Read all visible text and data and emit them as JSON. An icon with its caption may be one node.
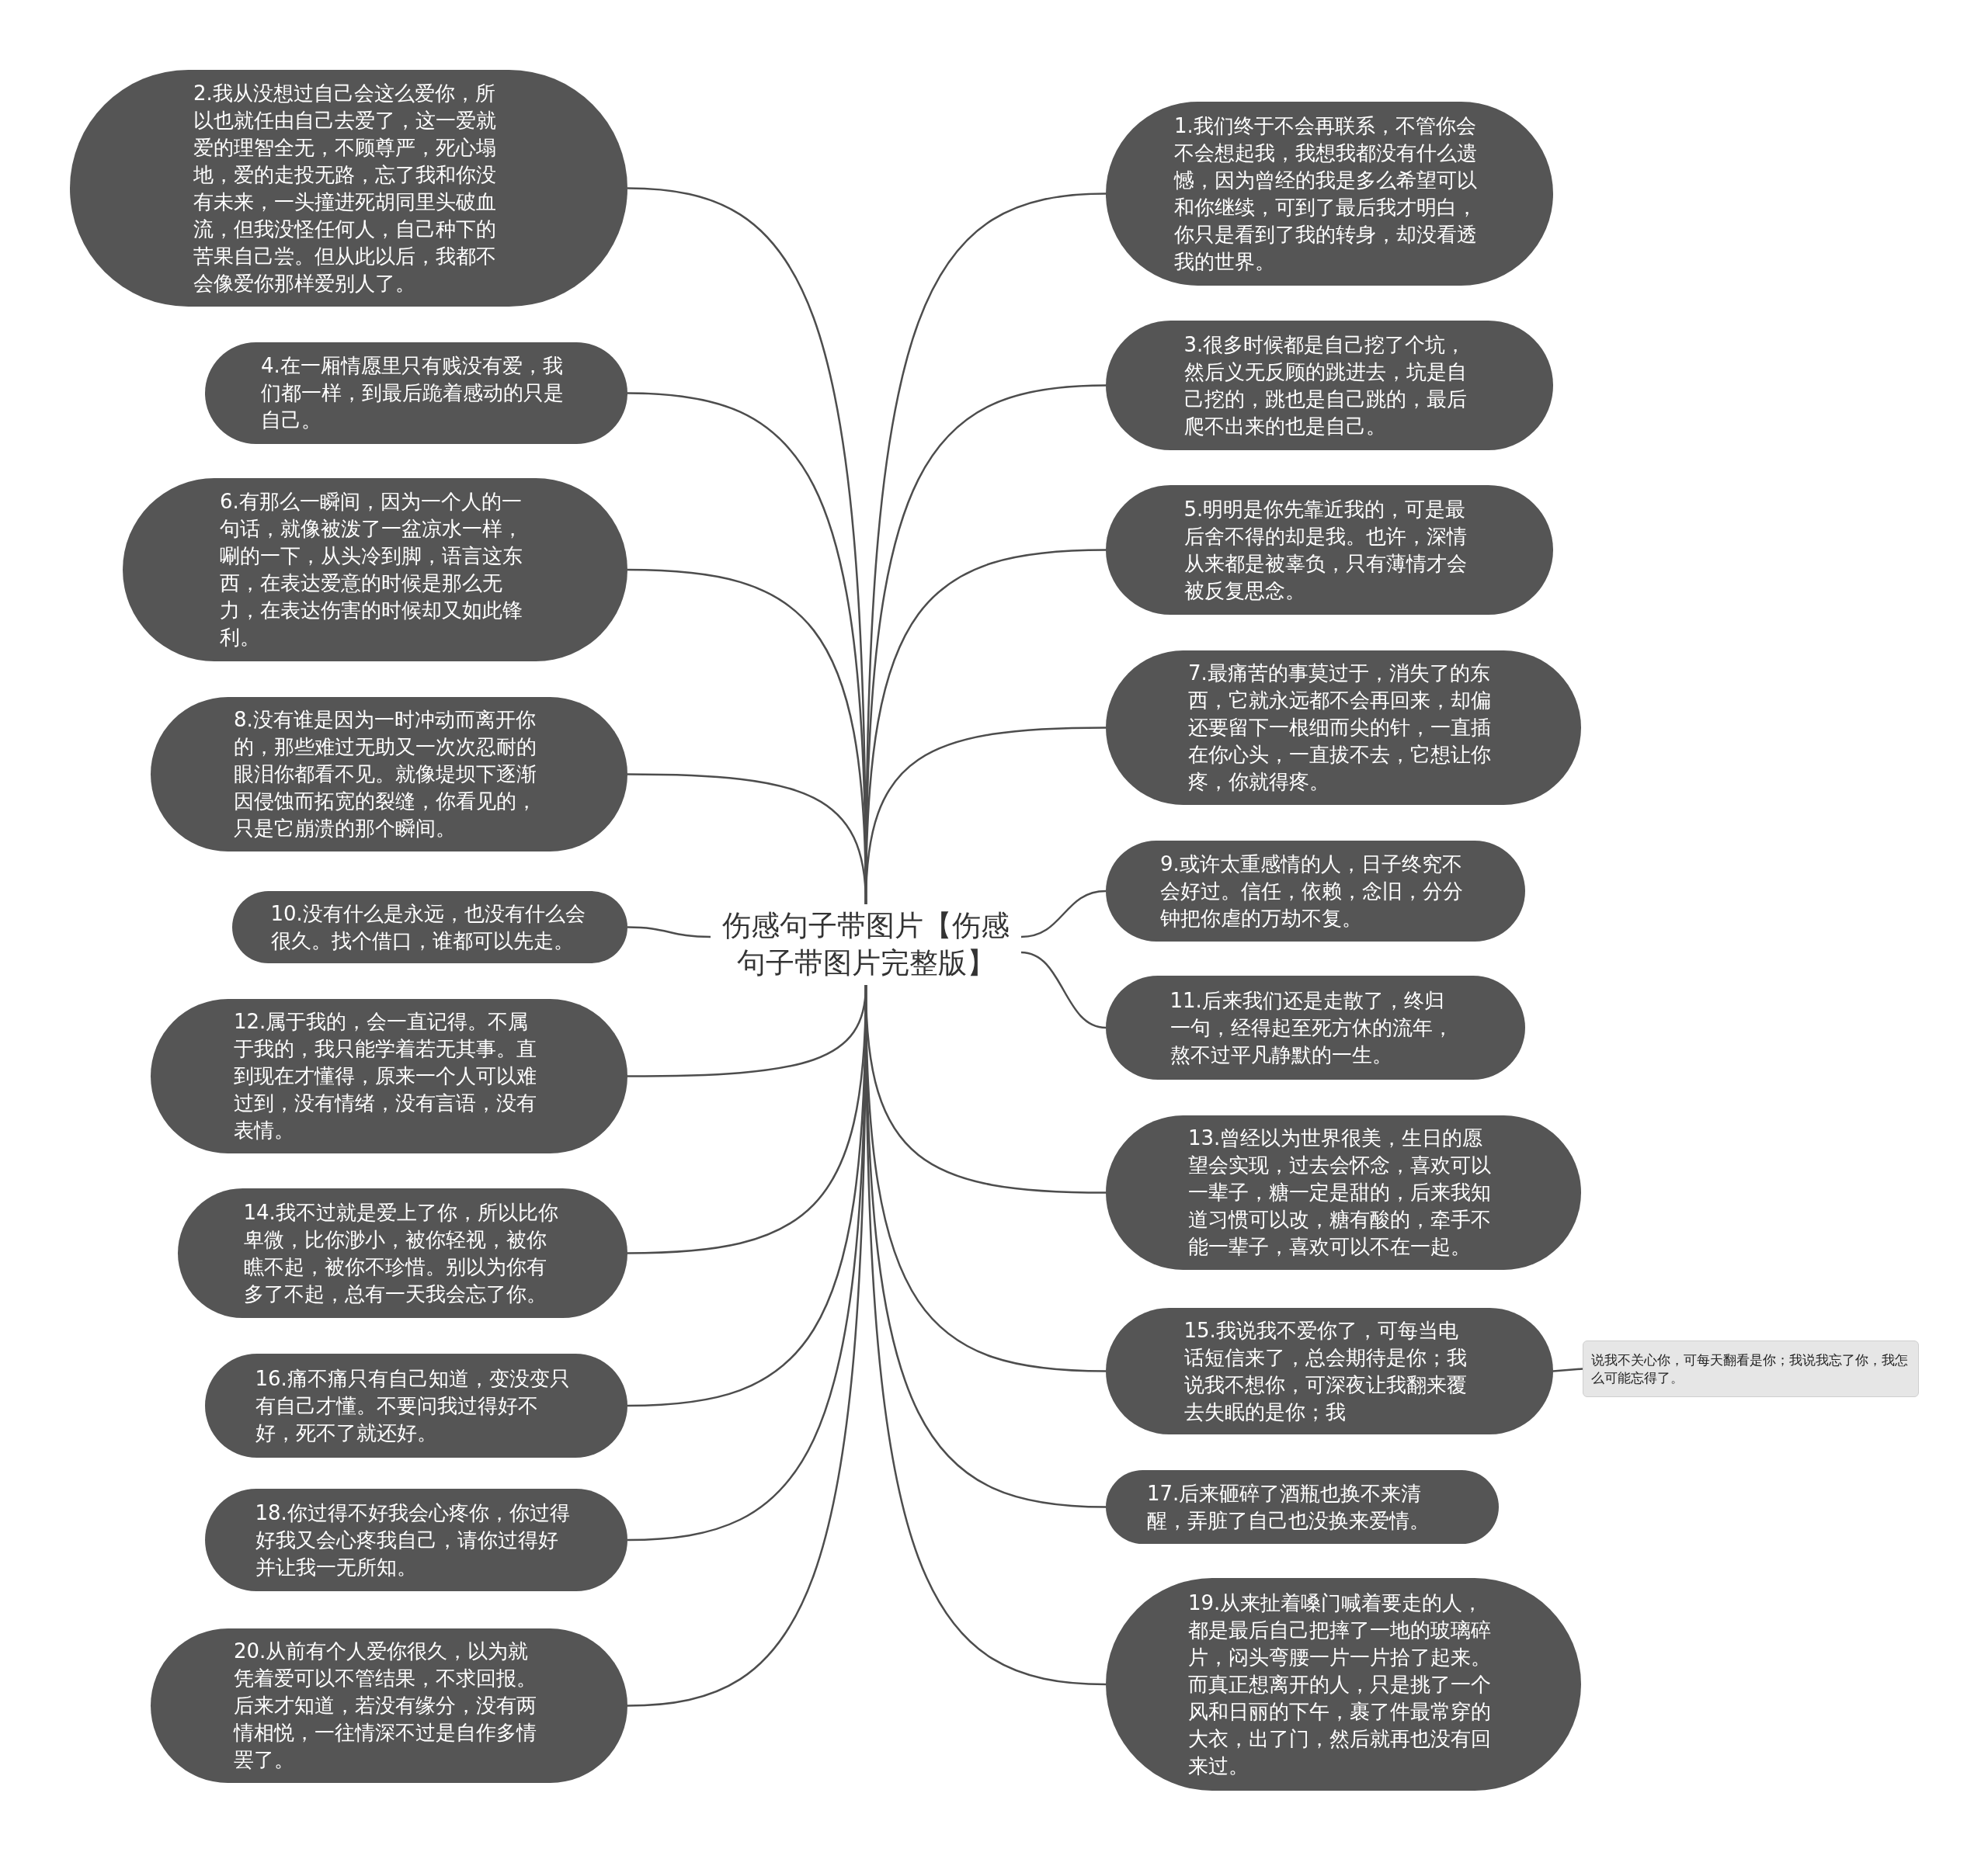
{
  "diagram": {
    "nodes": [
      {
        "text": [
          "伤感句子带图片【伤感句子带图片完整版】"
        ]
      },
      {
        "text": [
          "1.我们终于不会再联系，不管你会不会想起我，我想我都没有什么遗憾，因为曾经的我是多么希望可以和你继续，可到了最后我才明白，你只是看到了我的转身，却没看透我的世界。"
        ]
      },
      {
        "text": [
          "2.我从没想过自己会这么爱你，所以也就任由自己去爱了，这一爱就爱的理智全无，不顾尊严，死心塌地，爱的走投无路，忘了我和你没有未来，一头撞进死胡同里头破血流，但我没怪任何人，自己种下的苦果自己尝。但从此以后，我都不会像爱你那样爱别人了。"
        ]
      },
      {
        "text": [
          "3.很多时候都是自己挖了个坑，然后义无反顾的跳进去，坑是自己挖的，跳也是自己跳的，最后爬不出来的也是自己。"
        ]
      },
      {
        "text": [
          "4.在一厢情愿里只有贱没有爱，我们都一样，到最后跪着感动的只是自己。"
        ]
      },
      {
        "text": [
          "5.明明是你先靠近我的，可是最后舍不得的却是我。也许，深情从来都是被辜负，只有薄情才会被反复思念。"
        ]
      },
      {
        "text": [
          "6.有那么一瞬间，因为一个人的一句话，就像被泼了一盆凉水一样，唰的一下，从头冷到脚，语言这东西，在表达爱意的时候是那么无力，在表达伤害的时候却又如此锋利。"
        ]
      },
      {
        "text": [
          "7.最痛苦的事莫过于，消失了的东西，它就永远都不会再回来，却偏还要留下一根细而尖的针，一直插在你心头，一直拔不去，它想让你疼，你就得疼。"
        ]
      },
      {
        "text": [
          "8.没有谁是因为一时冲动而离开你的，那些难过无助又一次次忍耐的眼泪你都看不见。就像堤坝下逐渐因侵蚀而拓宽的裂缝，你看见的，只是它崩溃的那个瞬间。"
        ]
      },
      {
        "text": [
          "9.或许太重感情的人，日子终究不会好过。信任，依赖，念旧，分分钟把你虐的万劫不复。"
        ]
      },
      {
        "text": [
          "10.没有什么是永远，也没有什么会很久。找个借口，谁都可以先走。"
        ]
      },
      {
        "text": [
          "11.后来我们还是走散了，终归一句，经得起至死方休的流年，熬不过平凡静默的一生。"
        ]
      },
      {
        "text": [
          "12.属于我的，会一直记得。不属于我的，我只能学着若无其事。直到现在才懂得，原来一个人可以难过到，没有情绪，没有言语，没有表情。"
        ]
      },
      {
        "text": [
          "13.曾经以为世界很美，生日的愿望会实现，过去会怀念，喜欢可以一辈子，糖一定是甜的，后来我知道习惯可以改，糖有酸的，牵手不能一辈子，喜欢可以不在一起。"
        ]
      },
      {
        "text": [
          "14.我不过就是爱上了你，所以比你卑微，比你渺小，被你轻视，被你瞧不起，被你不珍惜。别以为你有多了不起，总有一天我会忘了你。"
        ]
      },
      {
        "text": [
          "15.我说我不爱你了，可每当电话短信来了，总会期待是你；我说我不想你，可深夜让我翻来覆去失眠的是你；我"
        ]
      },
      {
        "text": [
          "16.痛不痛只有自己知道，变没变只有自己才懂。不要问我过得好不好，死不了就还好。"
        ]
      },
      {
        "text": [
          "17.后来砸碎了酒瓶也换不来清醒，弄脏了自己也没换来爱情。"
        ]
      },
      {
        "text": [
          "18.你过得不好我会心疼你，你过得好我又会心疼我自己，请你过得好并让我一无所知。"
        ]
      },
      {
        "text": [
          "19.从来扯着嗓门喊着要走的人，都是最后自己把摔了一地的玻璃碎片，闷头弯腰一片一片拾了起来。而真正想离开的人，只是挑了一个风和日丽的下午，裹了件最常穿的大衣，出了门，然后就再也没有回来过。"
        ]
      },
      {
        "text": [
          "20.从前有个人爱你很久，以为就凭着爱可以不管结果，不求回报。后来才知道，若没有缘分，没有两情相悦，一往情深不过是自作多情罢了。"
        ]
      },
      {
        "text": [
          "说我不关心你，可每天翻看是你；我说我忘了你，我怎么可能忘得了。"
        ]
      }
    ],
    "edges": [
      {
        "from": 0,
        "to": 1,
        "arrow": "none"
      },
      {
        "from": 0,
        "to": 2,
        "arrow": "none"
      },
      {
        "from": 0,
        "to": 3,
        "arrow": "none"
      },
      {
        "from": 0,
        "to": 4,
        "arrow": "none"
      },
      {
        "from": 0,
        "to": 5,
        "arrow": "none"
      },
      {
        "from": 0,
        "to": 6,
        "arrow": "none"
      },
      {
        "from": 0,
        "to": 7,
        "arrow": "none"
      },
      {
        "from": 0,
        "to": 8,
        "arrow": "none"
      },
      {
        "from": 0,
        "to": 9,
        "arrow": "none"
      },
      {
        "from": 0,
        "to": 10,
        "arrow": "none"
      },
      {
        "from": 0,
        "to": 11,
        "arrow": "none"
      },
      {
        "from": 0,
        "to": 12,
        "arrow": "none"
      },
      {
        "from": 0,
        "to": 13,
        "arrow": "none"
      },
      {
        "from": 0,
        "to": 14,
        "arrow": "none"
      },
      {
        "from": 0,
        "to": 15,
        "arrow": "none"
      },
      {
        "from": 0,
        "to": 16,
        "arrow": "none"
      },
      {
        "from": 0,
        "to": 17,
        "arrow": "none"
      },
      {
        "from": 0,
        "to": 18,
        "arrow": "none"
      },
      {
        "from": 0,
        "to": 19,
        "arrow": "none"
      },
      {
        "from": 0,
        "to": 20,
        "arrow": "none"
      },
      {
        "from": 15,
        "to": 21,
        "arrow": "none"
      }
    ]
  }
}
